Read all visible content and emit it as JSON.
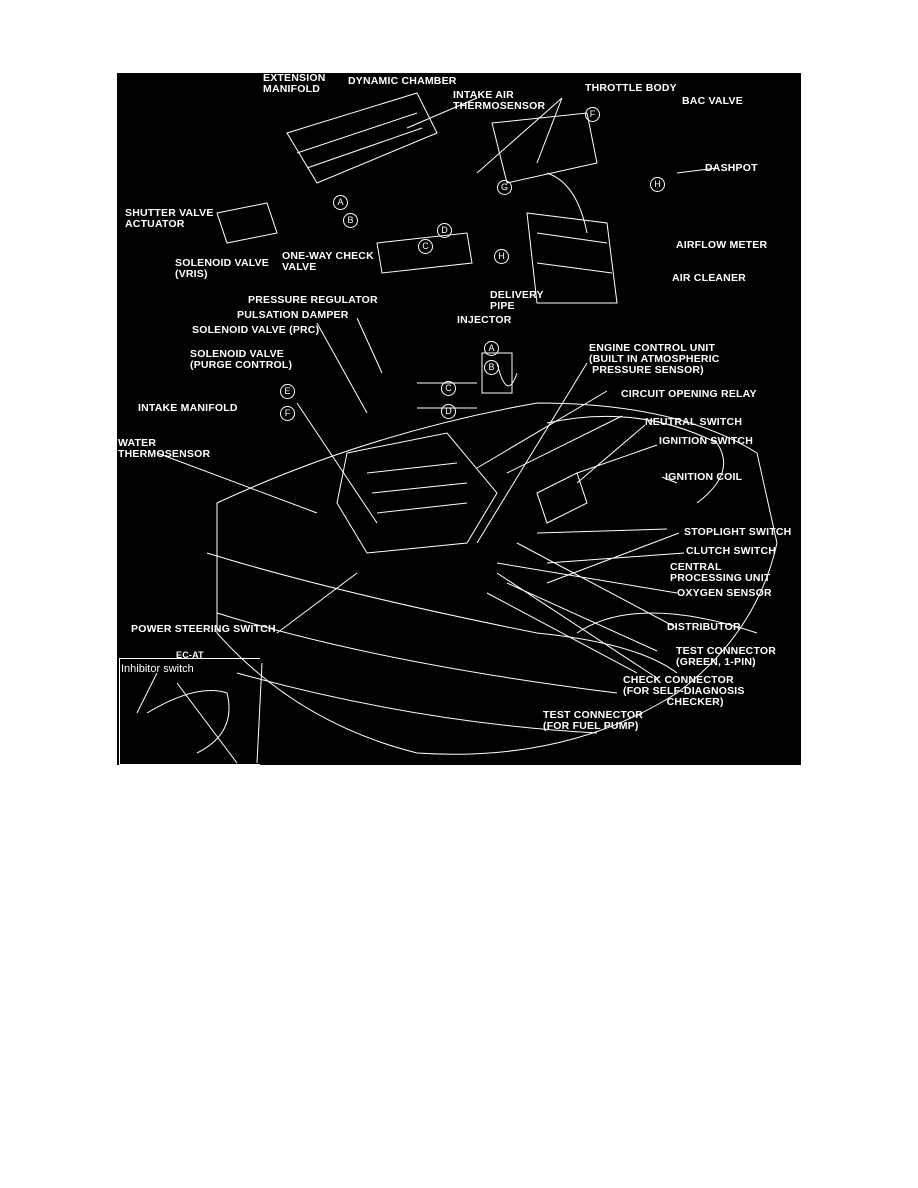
{
  "figure": {
    "background": "#000000",
    "foreground": "#ffffff",
    "labels": [
      "EXTENSION\nMANIFOLD",
      "DYNAMIC CHAMBER",
      "INTAKE AIR\nTHERMOSENSOR",
      "THROTTLE BODY",
      "BAC VALVE",
      "DASHPOT",
      "SHUTTER VALVE\nACTUATOR",
      "SOLENOID VALVE\n(VRIS)",
      "ONE-WAY CHECK\nVALVE",
      "AIRFLOW METER",
      "AIR CLEANER",
      "DELIVERY\nPIPE",
      "PRESSURE REGULATOR",
      "PULSATION DAMPER",
      "INJECTOR",
      "SOLENOID VALVE (PRC)",
      "SOLENOID VALVE\n(PURGE CONTROL)",
      "ENGINE CONTROL UNIT\n(BUILT IN ATMOSPHERIC\n PRESSURE SENSOR)",
      "CIRCUIT OPENING RELAY",
      "NEUTRAL SWITCH",
      "IGNITION SWITCH",
      "INTAKE MANIFOLD",
      "WATER\nTHERMOSENSOR",
      "IGNITION COIL",
      "STOPLIGHT SWITCH",
      "CLUTCH SWITCH",
      "CENTRAL\nPROCESSING UNIT",
      "OXYGEN SENSOR",
      "POWER STEERING SWITCH",
      "DISTRIBUTOR",
      "TEST CONNECTOR\n(GREEN, 1-PIN)",
      "CHECK CONNECTOR\n(FOR SELF-DIAGNOSIS\n              CHECKER)",
      "TEST CONNECTOR\n(FOR FUEL PUMP)"
    ],
    "inset_title": "EC-AT",
    "inset_label": "Inhibitor switch",
    "markers": [
      "A",
      "B",
      "C",
      "D",
      "E",
      "F",
      "G",
      "H",
      "A",
      "B",
      "C",
      "D",
      "E",
      "F",
      "F",
      "H"
    ]
  }
}
